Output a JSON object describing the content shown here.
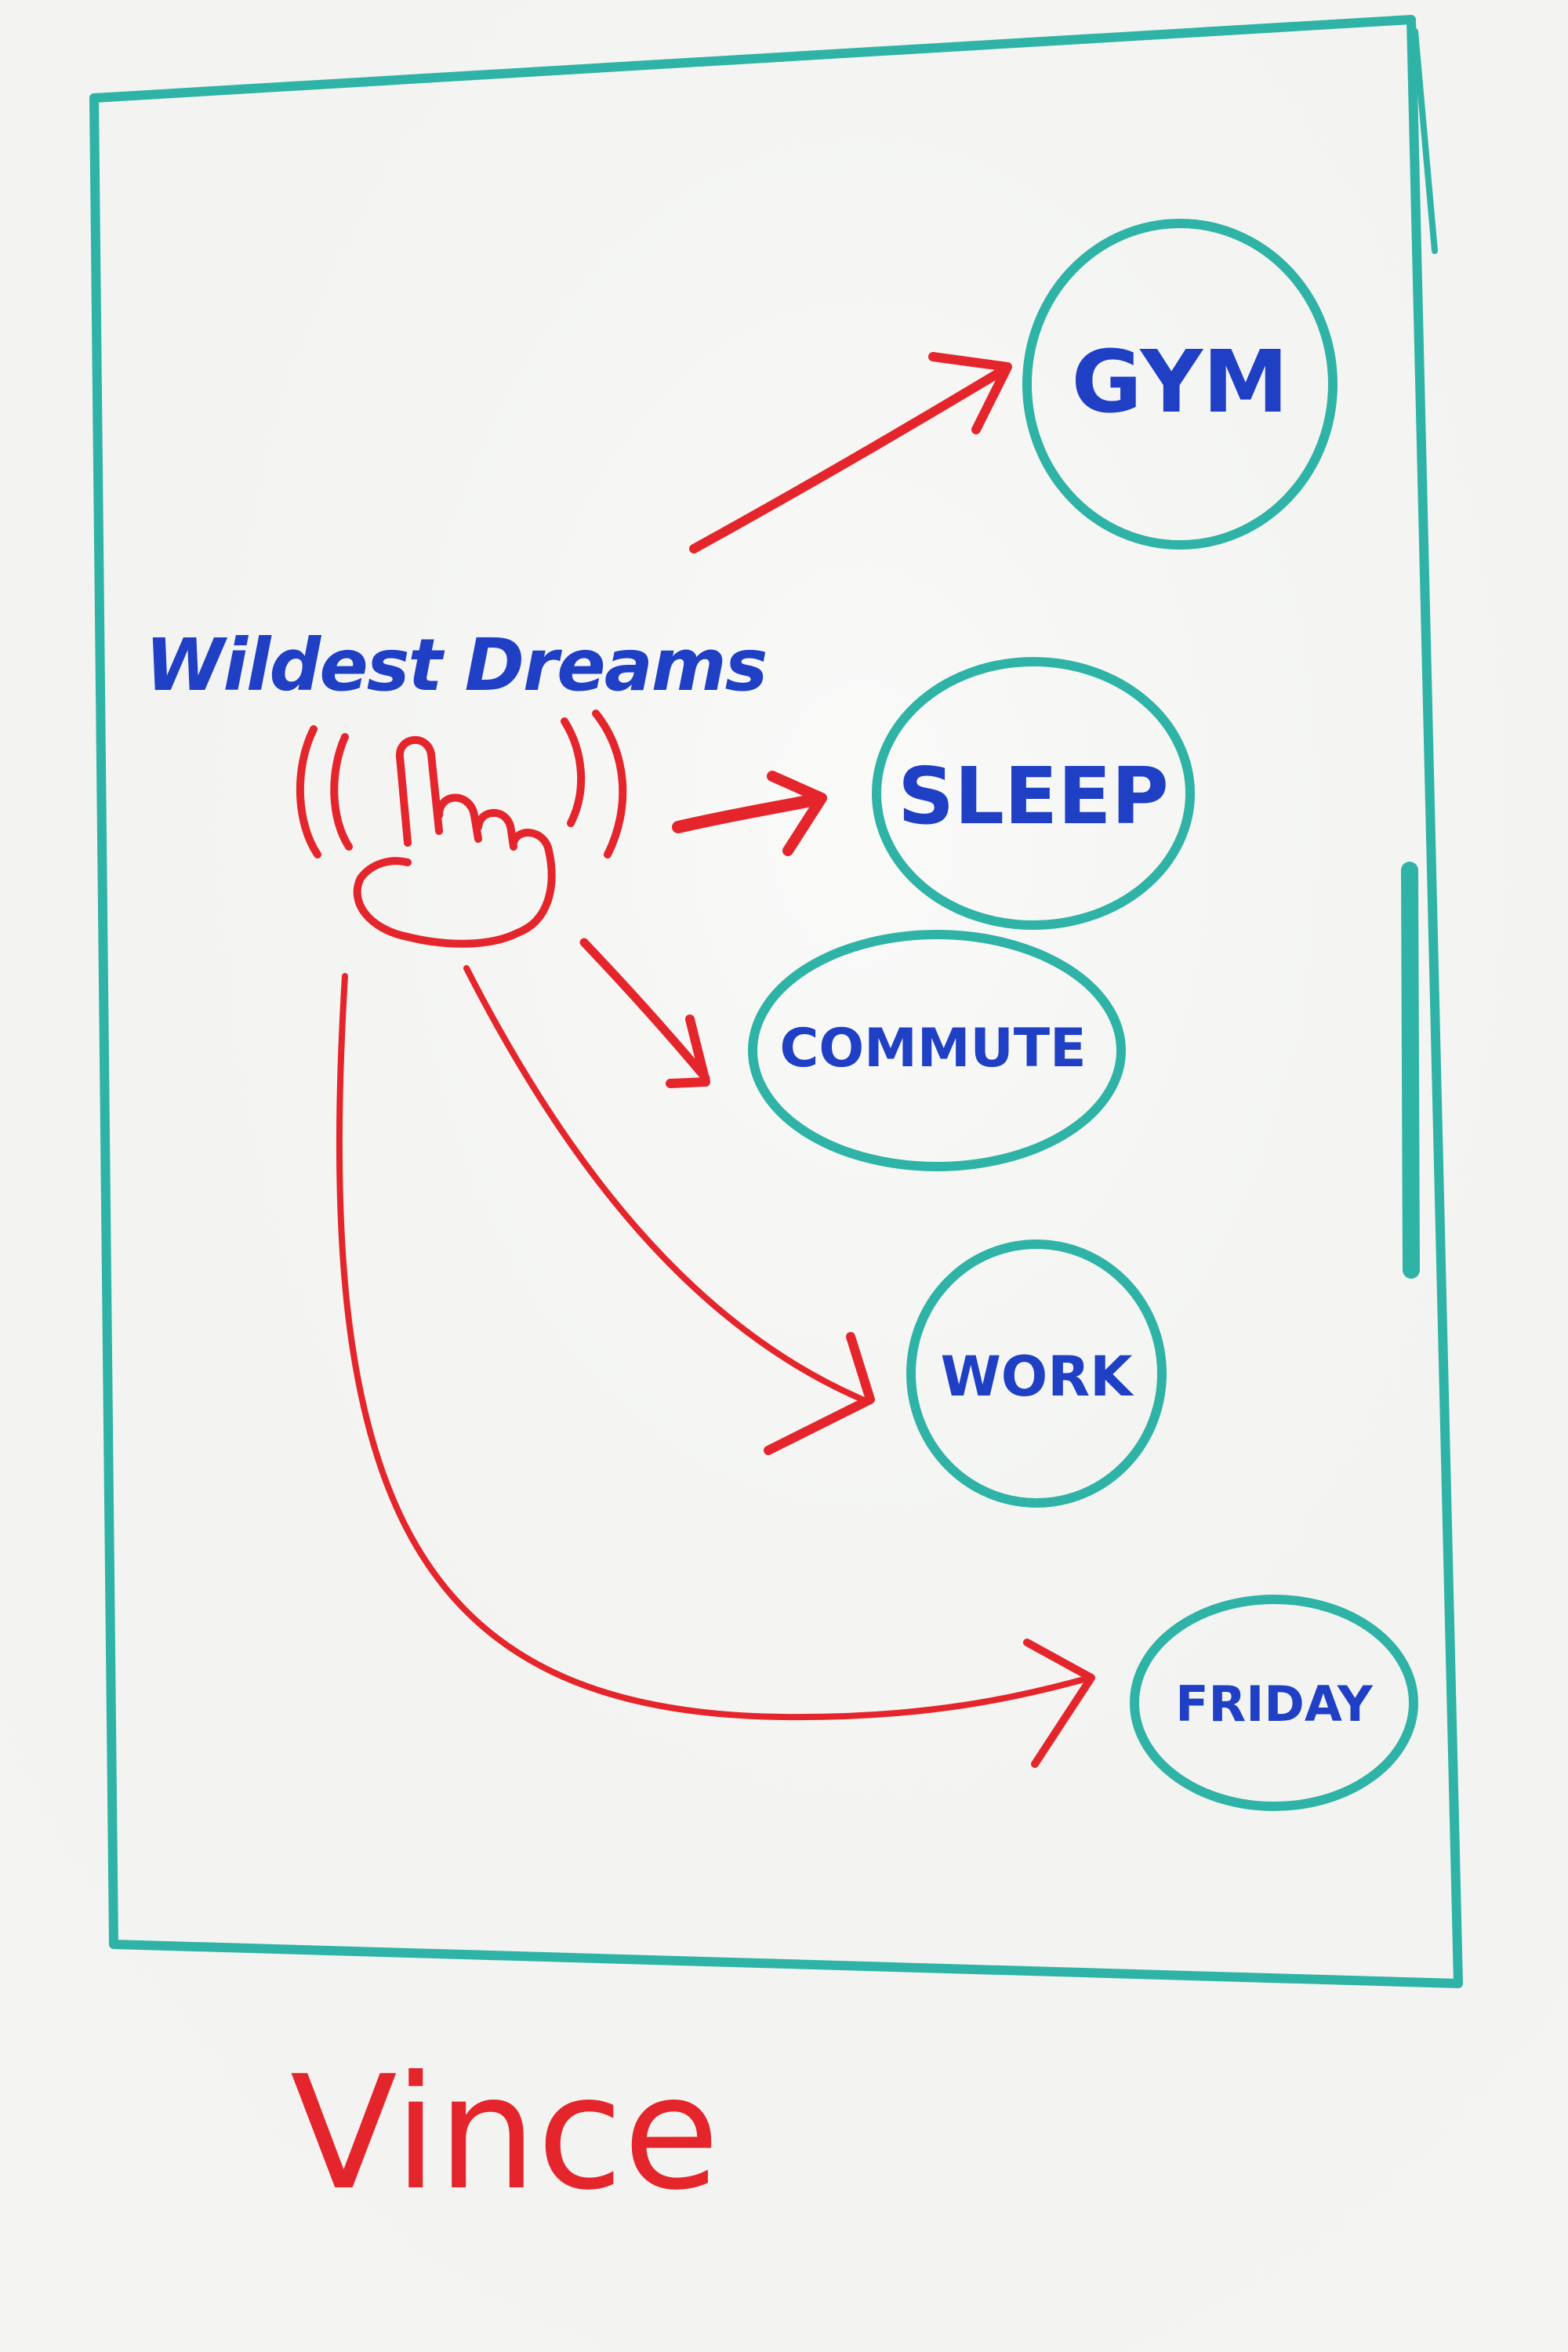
{
  "title": "Wildest Dreams",
  "nodes": [
    {
      "id": "gym",
      "label": "GYM"
    },
    {
      "id": "sleep",
      "label": "SLEEP"
    },
    {
      "id": "commute",
      "label": "COMMUTE"
    },
    {
      "id": "work",
      "label": "WORK"
    },
    {
      "id": "friday",
      "label": "FRIDAY"
    }
  ],
  "signature": "Vince",
  "colors": {
    "background": "#f4f5f2",
    "frame": "#2fb3a6",
    "arrow": "#e4262c",
    "text_blue": "#1f3fc4",
    "signature": "#e4262c"
  },
  "icons": [
    "hand-tap-icon"
  ]
}
